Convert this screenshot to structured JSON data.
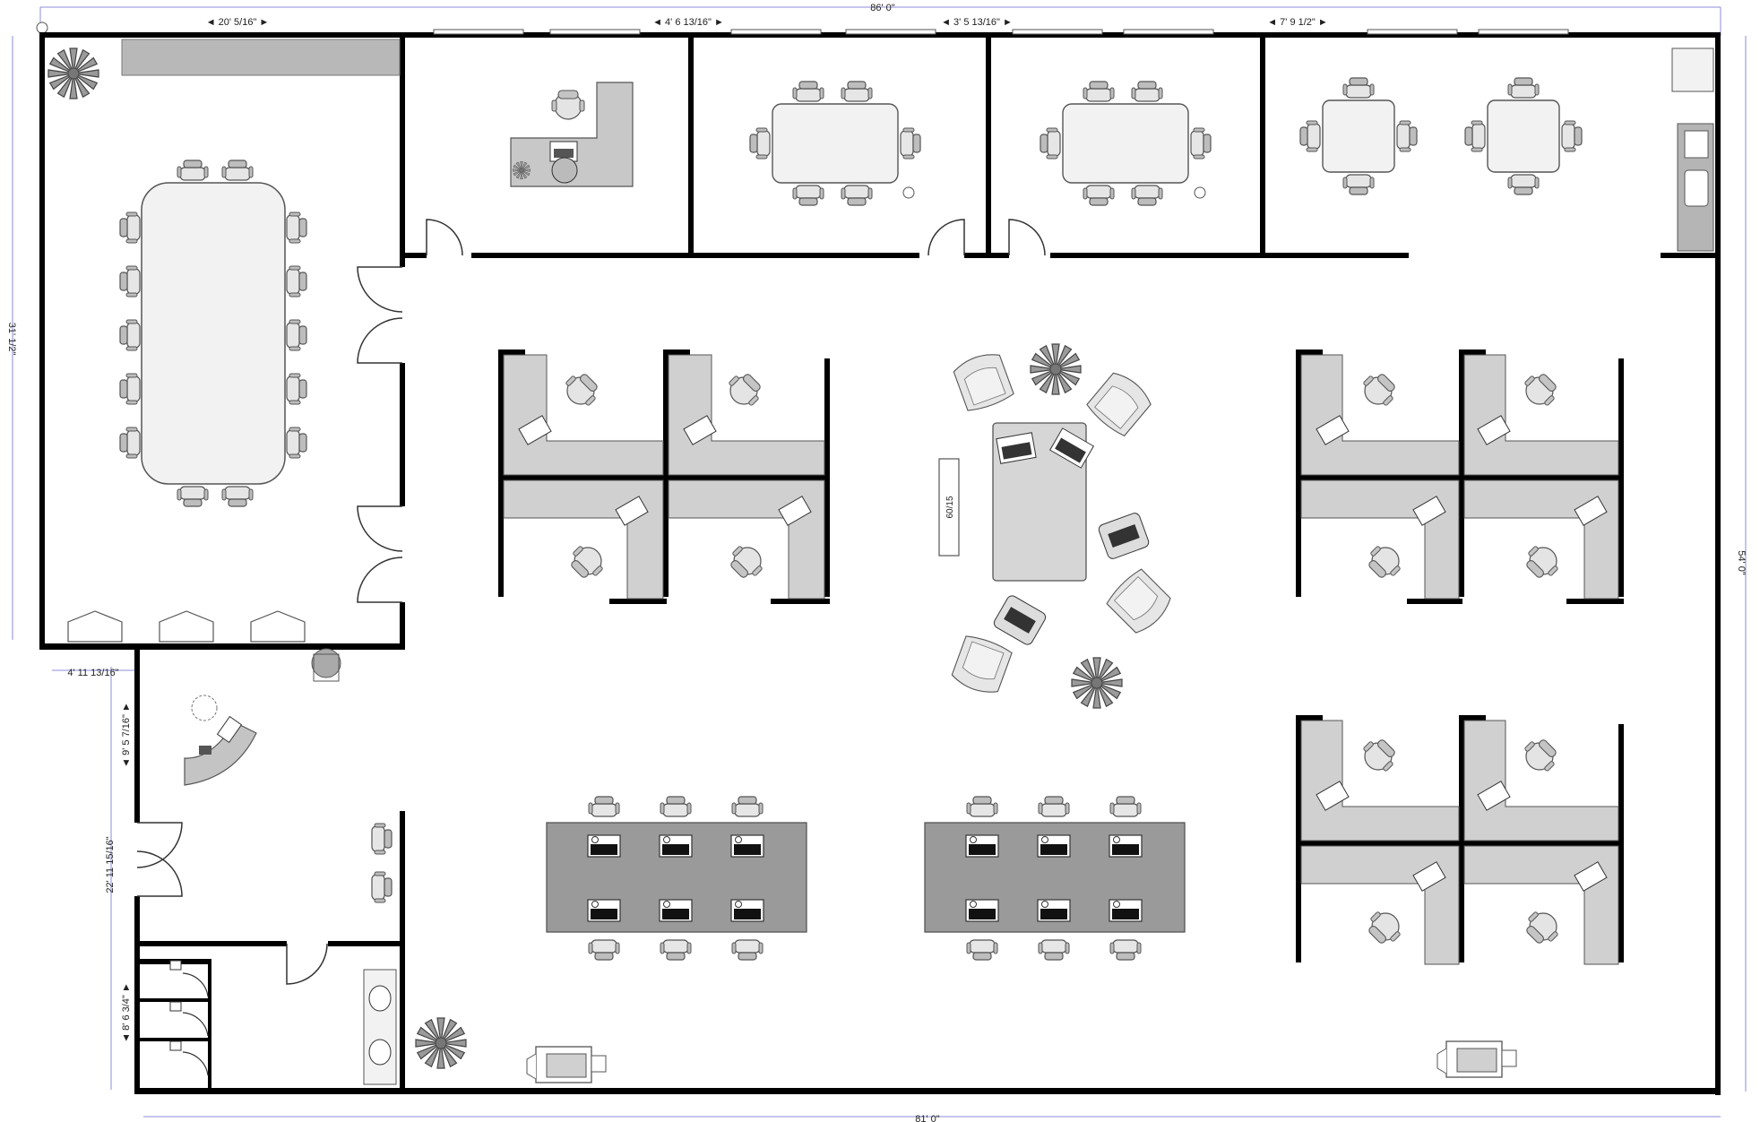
{
  "dimensions": {
    "top_overall": "86' 0\"",
    "bottom_overall": "81' 0\"",
    "right_height": "54' 0\"",
    "left_height": "31' 1/2\"",
    "top_seg_1": "◄ 20' 5/16\" ►",
    "top_seg_2": "◄ 4' 6 13/16\" ►",
    "top_seg_3": "◄ 3' 5 13/16\" ►",
    "top_seg_4": "◄ 7' 9 1/2\" ►",
    "left_offset": "4' 11 13/16\"",
    "left_seg_1": "◄ 9' 5 7/16\" ►",
    "left_seg_2": "22' 11 15/16\"",
    "left_seg_3": "◄ 8' 6 3/4\" ►"
  },
  "labels": {
    "recycle_station": "60/15"
  },
  "colors": {
    "wall": "#000000",
    "furniture_stroke": "#555555",
    "table_fill": "#f2f2f2",
    "bench_fill": "#9a9a9a",
    "cubicle_fill": "#d4d4d4",
    "dimension_line": "#8b8bd8"
  }
}
